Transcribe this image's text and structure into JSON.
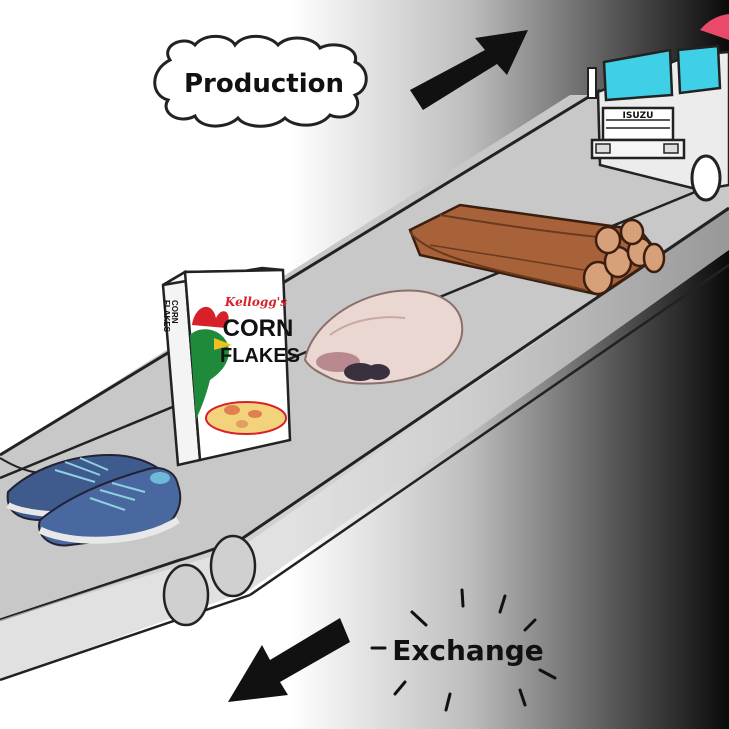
{
  "labels": {
    "production": "Production",
    "exchange": "Exchange"
  },
  "products": {
    "cereal_brand": "Kellogg's",
    "cereal_name_line1": "CORN",
    "cereal_name_line2": "FLAKES",
    "cereal_side_line1": "CORN",
    "cereal_side_line2": "FLAKES",
    "truck_badge": "ISUZU"
  },
  "icons": [
    "production-arrow-icon",
    "exchange-arrow-icon",
    "sneakers-icon",
    "cereal-box-icon",
    "raw-chicken-icon",
    "log-pile-icon",
    "truck-icon"
  ],
  "colors": {
    "belt": "#c8c8c8",
    "outline": "#222222",
    "sneaker": "#3f5a8c",
    "cereal_red": "#d8202a",
    "cereal_green": "#1f8a3a",
    "truck_cab": "#e9e9e9",
    "truck_window": "#3fd0e8",
    "logs": "#a8623a"
  }
}
